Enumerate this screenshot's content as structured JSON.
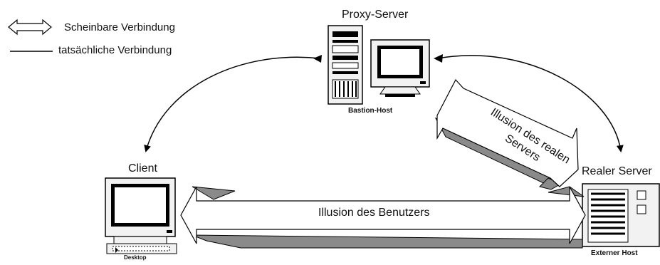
{
  "legend": {
    "apparent_label": "Scheinbare Verbindung",
    "actual_label": "tatsächliche Verbindung"
  },
  "nodes": {
    "proxy_title": "Proxy-Server",
    "proxy_caption": "Bastion-Host",
    "client_title": "Client",
    "client_caption": "Desktop",
    "real_title": "Realer Server",
    "real_caption": "Externer Host"
  },
  "arrows": {
    "user_illusion": "Illusion des Benutzers",
    "server_illusion_line1": "Illusion des realen",
    "server_illusion_line2": "Servers"
  },
  "colors": {
    "shadow": "#8a8a8a",
    "line": "#000000",
    "screen": "#000000",
    "device": "#f2f2f2"
  }
}
